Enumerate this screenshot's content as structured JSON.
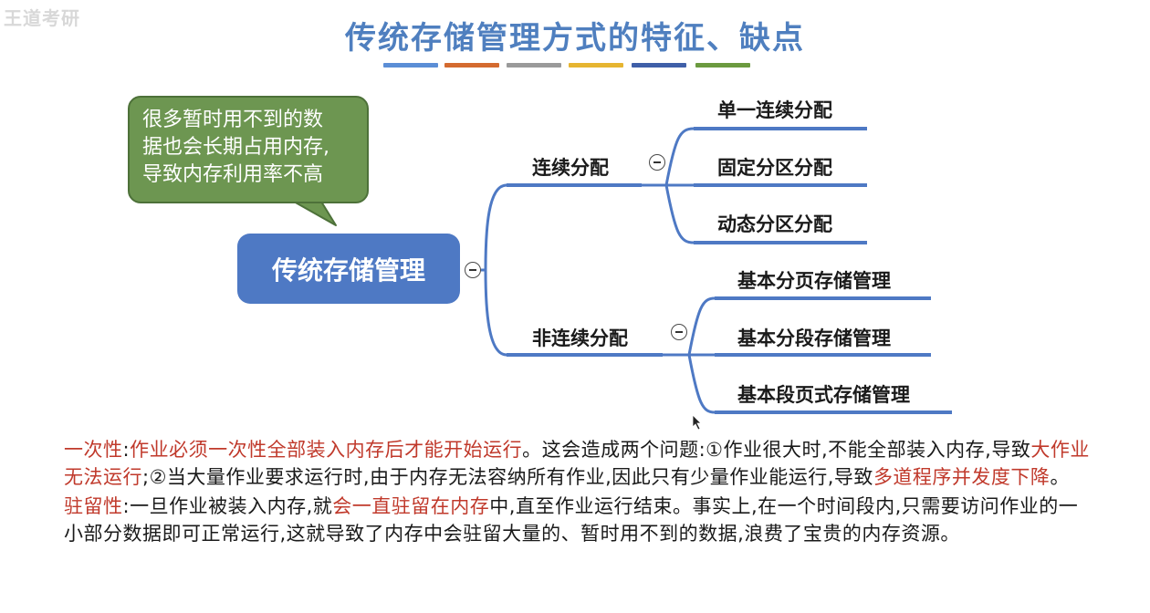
{
  "watermark": "王道考研",
  "title": "传统存储管理方式的特征、缺点",
  "color_bars": [
    "#5b8ed6",
    "#d46a2f",
    "#9a9a9a",
    "#e6b531",
    "#3f5fa8",
    "#6b9a3f"
  ],
  "callout": {
    "lines": [
      "很多暂时用不到的数",
      "据也会长期占用内存,",
      "导致内存利用率不高"
    ]
  },
  "mindmap": {
    "root": "传统存储管理",
    "branches": [
      {
        "label": "连续分配",
        "children": [
          "单一连续分配",
          "固定分区分配",
          "动态分区分配"
        ]
      },
      {
        "label": "非连续分配",
        "children": [
          "基本分页存储管理",
          "基本分段存储管理",
          "基本段页式存储管理"
        ]
      }
    ]
  },
  "paragraph1": {
    "term": "一次性",
    "colon": ":",
    "highlight1": "作业必须一次性全部装入内存后才能开始运行",
    "text1": "。这会造成两个问题:①作业很大时,不能全部装入内存,导致",
    "highlight2": "大作业无法运行",
    "text2": ";②当大量作业要求运行时,由于内存无法容纳所有作业,因此只有少量作业能运行,导致",
    "highlight3": "多道程序并发度下降",
    "text3": "。"
  },
  "paragraph2": {
    "term": "驻留性",
    "colon": ":",
    "text1": "一旦作业被装入内存,就",
    "highlight1": "会一直驻留在内存",
    "text2": "中,直至作业运行结束。事实上,在一个时间段内,只需要访问作业的一小部分数据即可正常运行,这就导致了内存中会驻留大量的、暂时用不到的数据,浪费了宝贵的内存资源。"
  }
}
